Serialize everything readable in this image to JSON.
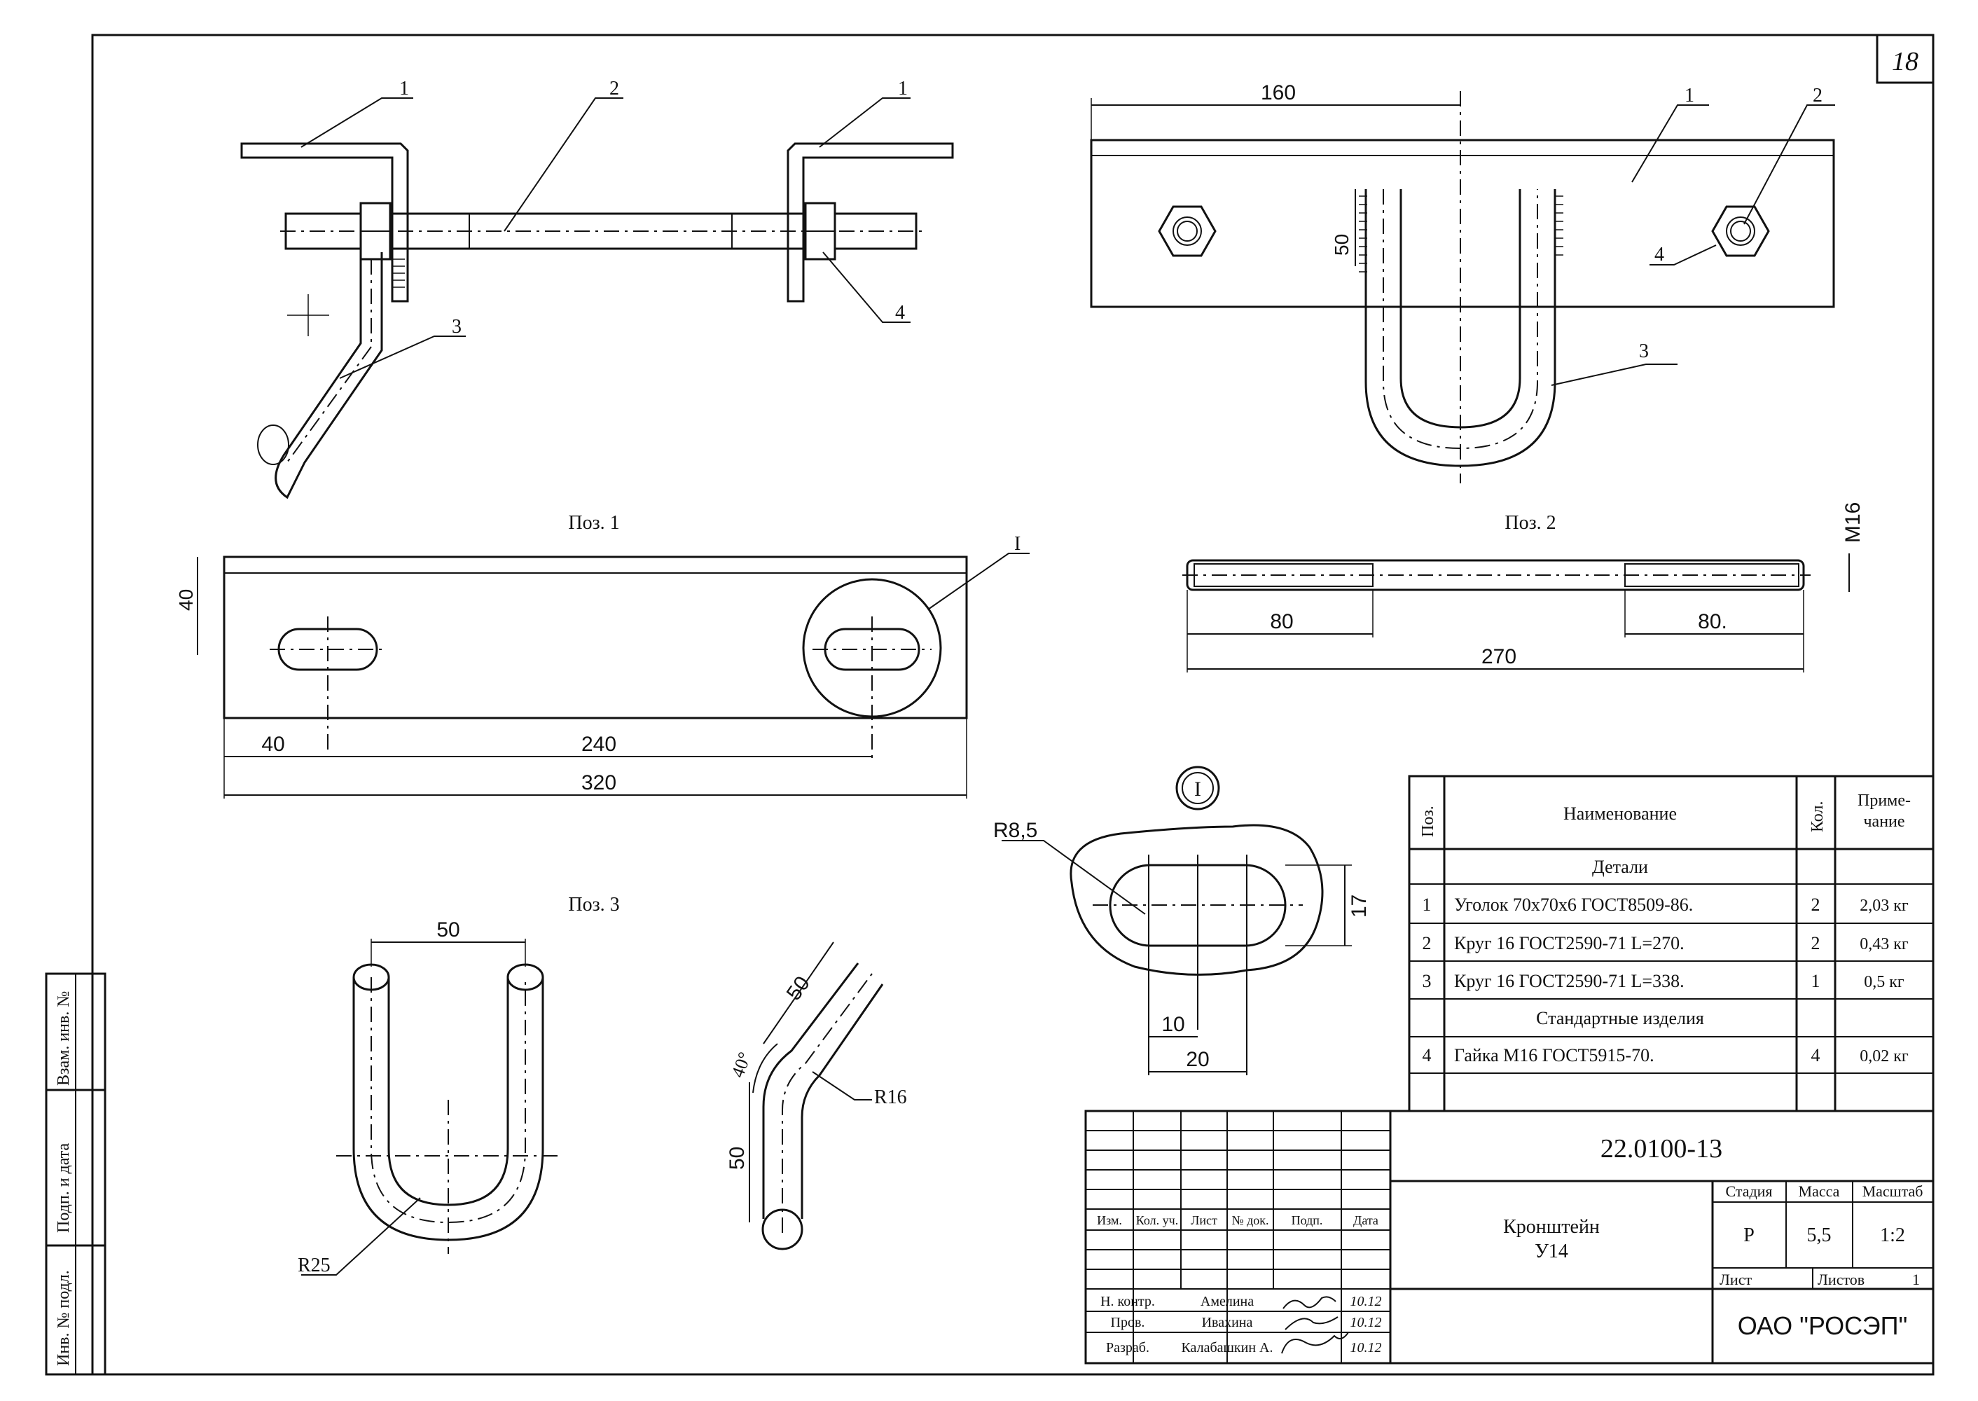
{
  "sheet_number": "18",
  "pos_labels": {
    "pos1": "Поз. 1",
    "pos2": "Поз. 2",
    "pos3": "Поз. 3"
  },
  "callouts": {
    "front": [
      "1",
      "2",
      "1",
      "4",
      "3"
    ],
    "top": [
      "1",
      "2",
      "4",
      "3"
    ],
    "pos1_detail": "I",
    "detail_circle": "I"
  },
  "dimensions": {
    "top_160": "160",
    "top_50": "50",
    "pos1_height": "40",
    "pos1_left": "40",
    "pos1_mid": "240",
    "pos1_total": "320",
    "pos2_thread": "M16",
    "pos2_left": "80",
    "pos2_right": "80.",
    "pos2_total": "270",
    "detail_radius": "R8,5",
    "detail_height": "17",
    "detail_10": "10",
    "detail_20": "20",
    "pos3_width": "50",
    "pos3_radius": "R25",
    "bent_50_top": "50",
    "bent_angle": "40°",
    "bent_radius": "R16",
    "bent_50_bottom": "50"
  },
  "spec_table": {
    "headers": {
      "pos": "Поз.",
      "name": "Наименование",
      "qty": "Кол.",
      "note": "Приме-чание"
    },
    "section_details": "Детали",
    "rows": [
      {
        "pos": "1",
        "name": "Уголок 70х70х6 ГОСТ8509-86.",
        "qty": "2",
        "note": "2,03 кг"
      },
      {
        "pos": "2",
        "name": "Круг 16 ГОСТ2590-71 L=270.",
        "qty": "2",
        "note": "0,43 кг"
      },
      {
        "pos": "3",
        "name": "Круг 16 ГОСТ2590-71 L=338.",
        "qty": "1",
        "note": "0,5 кг"
      }
    ],
    "section_standard": "Стандартные изделия",
    "rows_standard": [
      {
        "pos": "4",
        "name": "Гайка М16 ГОСТ5915-70.",
        "qty": "4",
        "note": "0,02 кг"
      }
    ]
  },
  "title_block": {
    "doc_code": "22.0100-13",
    "title_line1": "Кронштейн",
    "title_line2": "У14",
    "stage_label": "Стадия",
    "mass_label": "Масса",
    "scale_label": "Масштаб",
    "stage": "Р",
    "mass": "5,5",
    "scale": "1:2",
    "sheet_label": "Лист",
    "sheets_label": "Листов",
    "sheets": "1",
    "org": "ОАО \"РОСЭП\"",
    "col_headers": [
      "Изм.",
      "Кол. уч.",
      "Лист",
      "№ док.",
      "Подп.",
      "Дата"
    ],
    "roles": [
      {
        "role": "Н. контр.",
        "name": "Амелина",
        "date": "10.12"
      },
      {
        "role": "Пров.",
        "name": "Ивахина",
        "date": "10.12"
      },
      {
        "role": "Разраб.",
        "name": "Калабашкин А.",
        "date": "10.12"
      }
    ]
  },
  "side_stamp": {
    "inv_replace": "Взам. инв. №",
    "sign_date": "Подп. и дата",
    "inv_orig": "Инв. № подл."
  }
}
